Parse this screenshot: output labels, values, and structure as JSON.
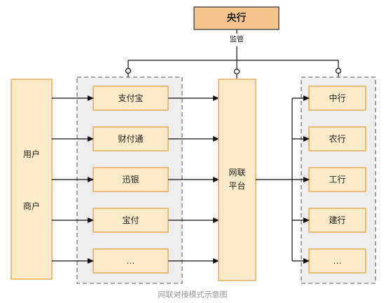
{
  "nodes": {
    "central_bank": "央行",
    "supervision_label": "监管",
    "user": "用户",
    "merchant": "商户",
    "netunion_line1": "网联",
    "netunion_line2": "平台",
    "payment_providers": [
      "支付宝",
      "财付通",
      "迅银",
      "宝付",
      "…"
    ],
    "banks": [
      "中行",
      "农行",
      "工行",
      "建行",
      "…"
    ]
  },
  "caption": "网联对接模式示意图",
  "colors": {
    "header_fill": "#f7c48e",
    "box_fill": "#fcebc8",
    "box_border": "#e6ad5c",
    "group_fill": "#ededed",
    "group_border": "#777777",
    "line": "#111111"
  }
}
